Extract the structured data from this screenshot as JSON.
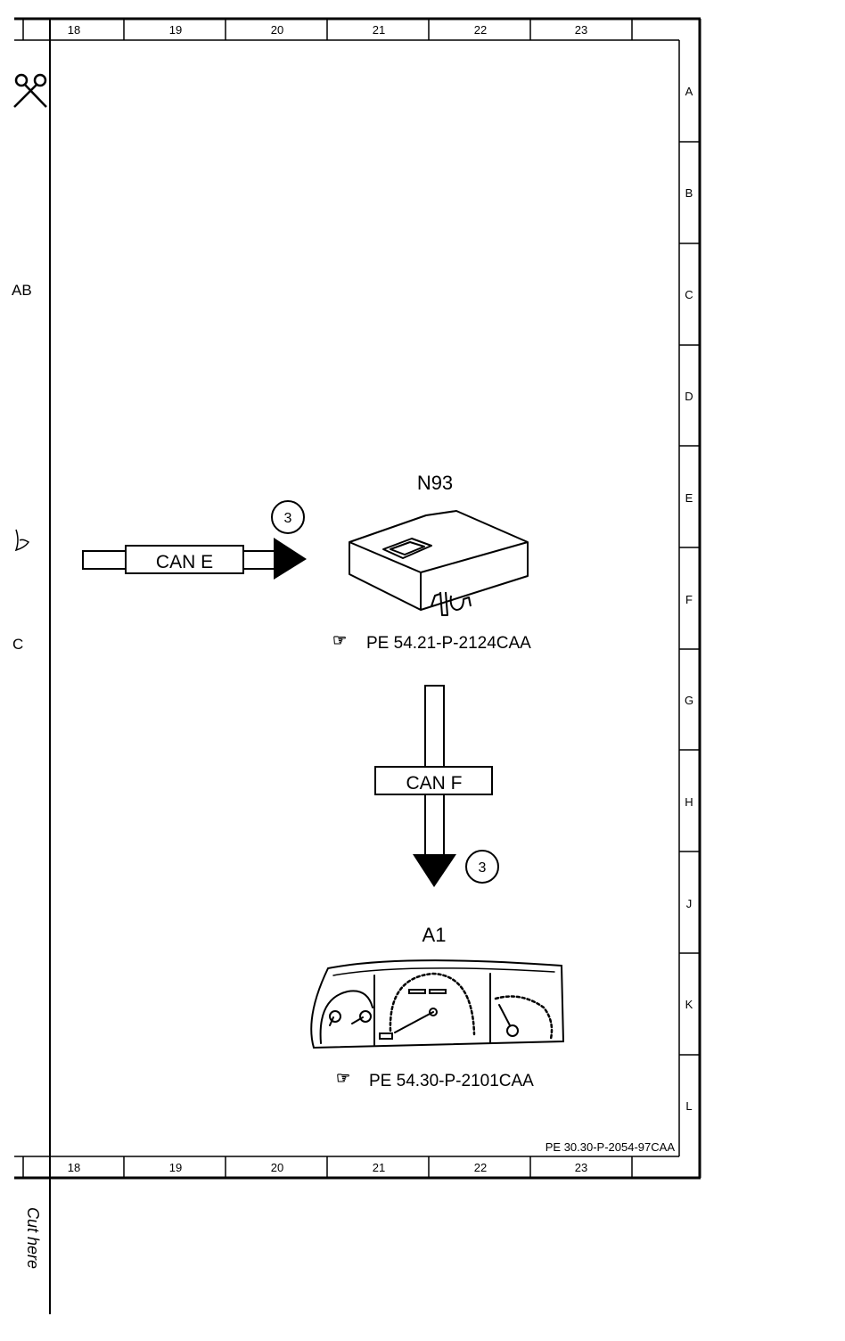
{
  "grid": {
    "columns": [
      "18",
      "19",
      "20",
      "21",
      "22",
      "23"
    ],
    "rows": [
      "A",
      "B",
      "C",
      "D",
      "E",
      "F",
      "G",
      "H",
      "J",
      "K",
      "L"
    ]
  },
  "left_margin": {
    "fragment_ab": "AB",
    "fragment_c": "C",
    "cut_label": "Cut here"
  },
  "connections": {
    "can_e": {
      "label": "CAN E",
      "badge": "3"
    },
    "can_f": {
      "label": "CAN F",
      "badge": "3"
    }
  },
  "components": {
    "n93": {
      "id": "N93",
      "ref_symbol": "☞",
      "reference": "PE 54.21-P-2124CAA"
    },
    "a1": {
      "id": "A1",
      "ref_symbol": "☞",
      "reference": "PE 54.30-P-2101CAA"
    }
  },
  "document_id": "PE 30.30-P-2054-97CAA"
}
